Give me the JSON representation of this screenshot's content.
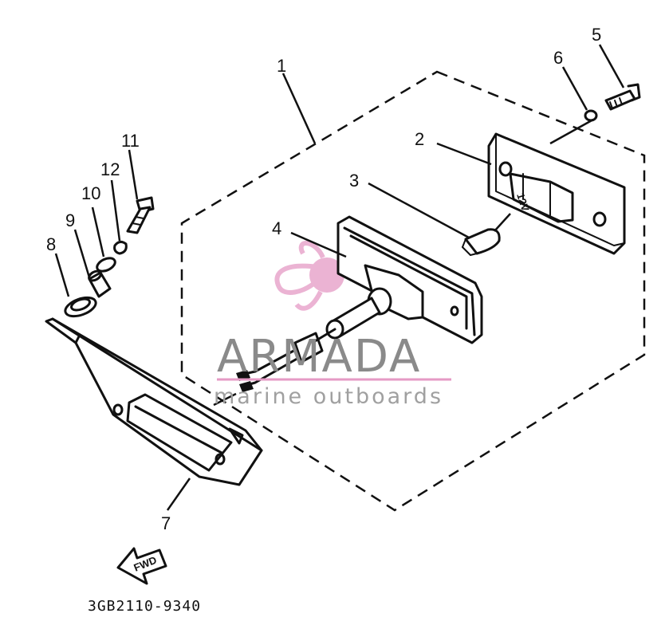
{
  "callouts": [
    {
      "id": "1",
      "label": "1"
    },
    {
      "id": "2",
      "label": "2"
    },
    {
      "id": "3",
      "label": "3"
    },
    {
      "id": "4",
      "label": "4"
    },
    {
      "id": "5",
      "label": "5"
    },
    {
      "id": "6",
      "label": "6"
    },
    {
      "id": "7",
      "label": "7"
    },
    {
      "id": "8",
      "label": "8"
    },
    {
      "id": "9",
      "label": "9"
    },
    {
      "id": "10",
      "label": "10"
    },
    {
      "id": "11",
      "label": "11"
    },
    {
      "id": "12",
      "label": "12"
    }
  ],
  "lamp_marking": "12V",
  "direction_arrow": "FWD",
  "part_code": "3GB2110-9340",
  "watermark": {
    "brand": "ARMADA",
    "tagline": "marine outboards",
    "brand_color": "#8a8a8a",
    "logo_color": "#e59ac5"
  }
}
